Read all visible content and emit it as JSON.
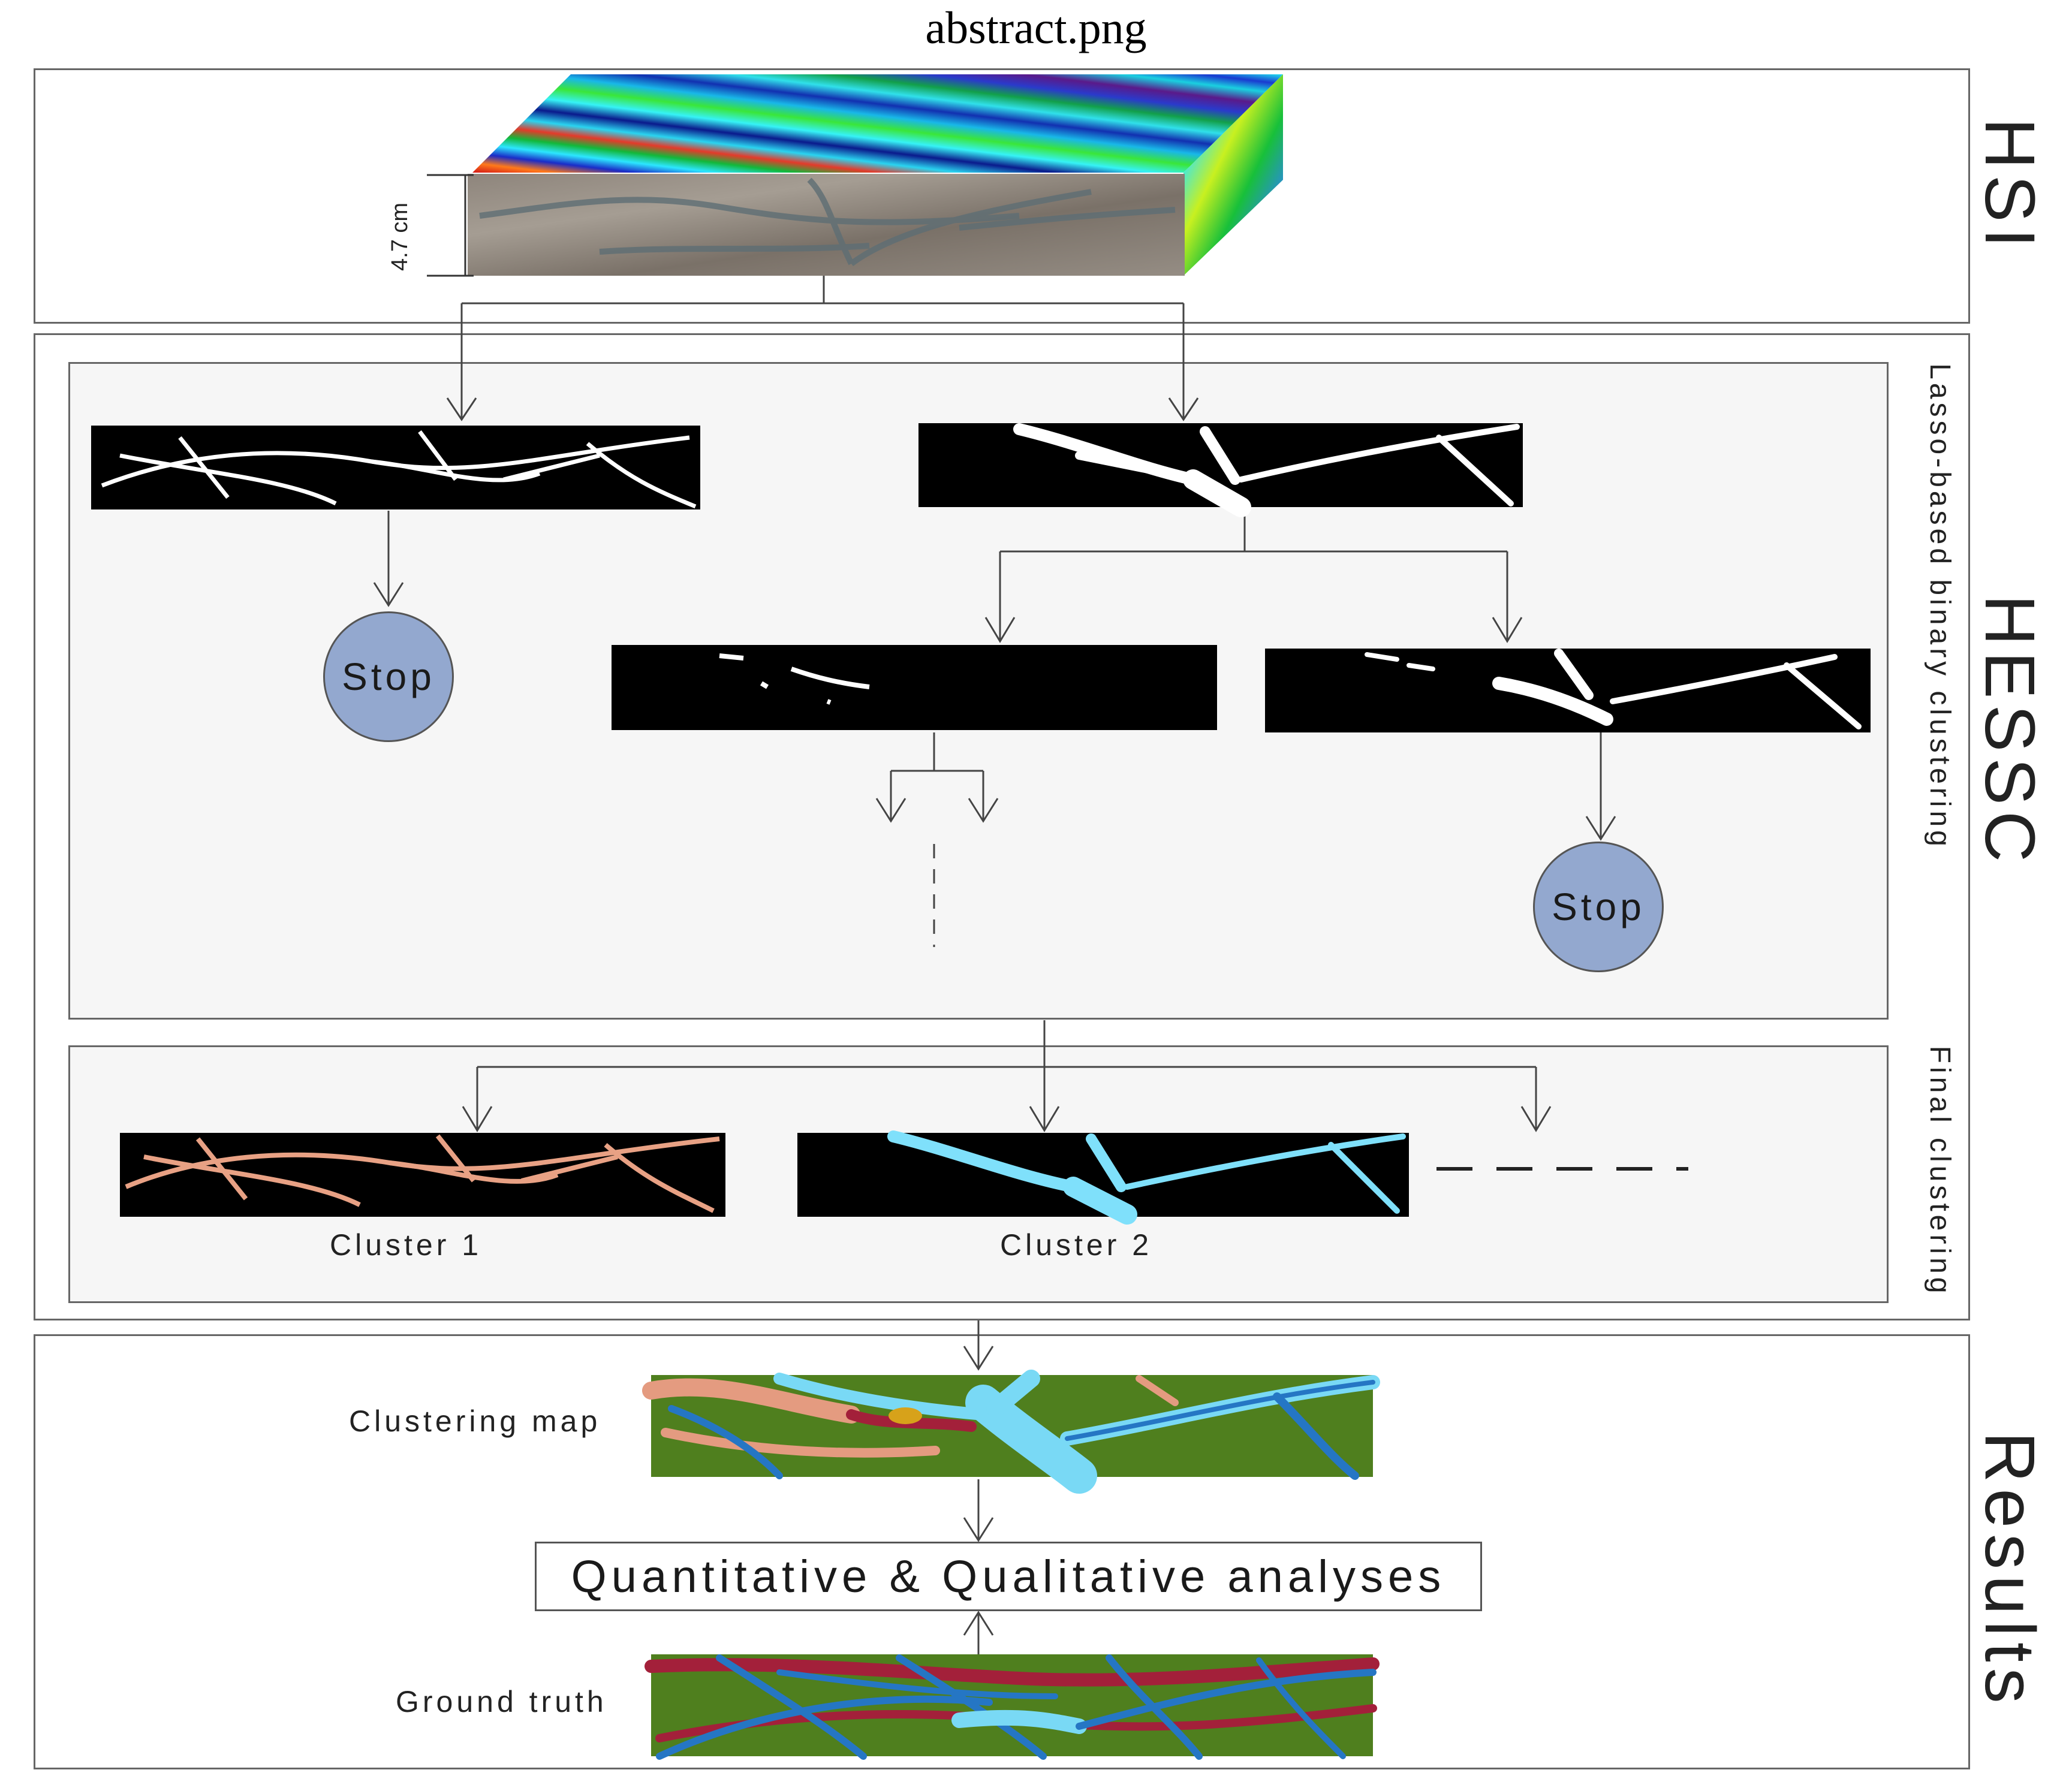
{
  "file_title": "abstract.png",
  "sections": {
    "hsi": "HSI",
    "hessc": "HESSC",
    "results": "Results"
  },
  "sub_sections": {
    "lasso": "Lasso-based binary clustering",
    "final": "Final clustering"
  },
  "hsi_scale_label": "4.7 cm",
  "stop_label_1": "Stop",
  "stop_label_2": "Stop",
  "cluster_1_label": "Cluster 1",
  "cluster_2_label": "Cluster 2",
  "clustering_map_label": "Clustering map",
  "ground_truth_label": "Ground truth",
  "analyses_label": "Quantitative & Qualitative analyses",
  "colors": {
    "stop_fill": "#93a8cf",
    "cluster_1": "#e8a184",
    "cluster_2": "#7fe0fb",
    "map_green": "#4f7f1e",
    "map_blue": "#2576c4",
    "map_red": "#a3203a",
    "map_cyan": "#79d9f5",
    "map_salmon": "#e49b80"
  }
}
